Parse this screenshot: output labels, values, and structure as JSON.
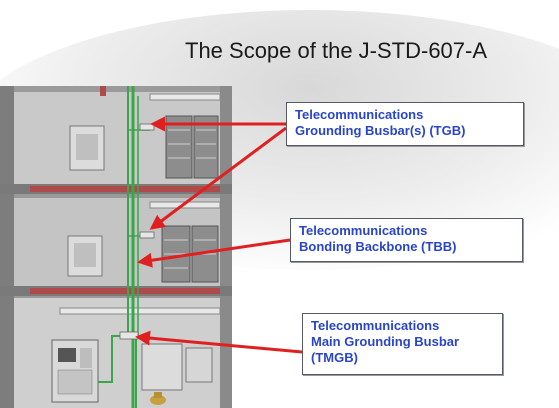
{
  "title": "The Scope of the J-STD-607-A",
  "callouts": [
    {
      "line1": "Telecommunications",
      "line2": "Grounding Busbar(s) (TGB)",
      "line3": ""
    },
    {
      "line1": "Telecommunications",
      "line2": "Bonding Backbone (TBB)",
      "line3": ""
    },
    {
      "line1": "Telecommunications",
      "line2": "Main Grounding Busbar",
      "line3": "(TMGB)"
    }
  ],
  "colors": {
    "callout_text": "#2a45c8",
    "arrow": "#e02020",
    "conductor": "#3aa64a",
    "steel": "#b04a4a"
  }
}
